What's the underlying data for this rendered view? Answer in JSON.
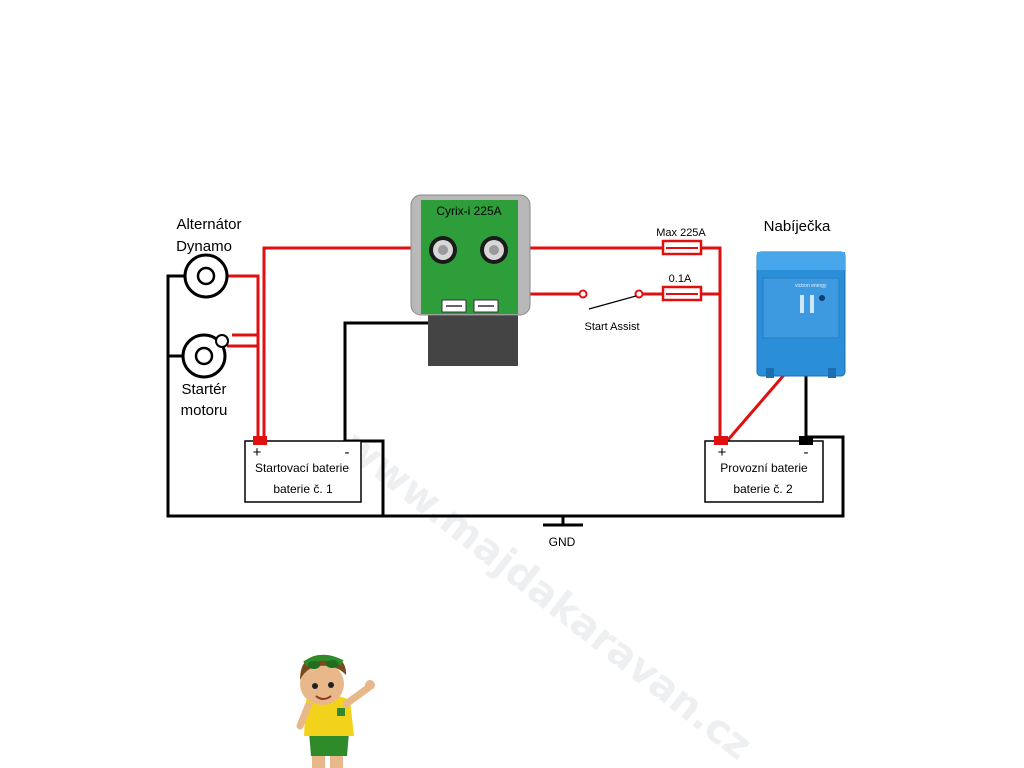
{
  "components": {
    "alternator_label_line1": "Alternátor",
    "alternator_label_line2": "Dynamo",
    "starter_label_line1": "Startér",
    "starter_label_line2": "motoru",
    "relay_title": "Cyrix-i 225A",
    "fuse_main_label": "Max 225A",
    "fuse_small_label": "0.1A",
    "switch_label": "Start Assist",
    "charger_label": "Nabíječka",
    "charger_brand": "victron energy",
    "gnd_label": "GND"
  },
  "batteries": {
    "start": {
      "plus": "+",
      "minus": "-",
      "line1": "Startovací baterie",
      "line2": "baterie č. 1"
    },
    "service": {
      "plus": "+",
      "minus": "-",
      "line1": "Provozní baterie",
      "line2": "baterie č. 2"
    }
  },
  "watermark": "www.majdakaravan.cz",
  "colors": {
    "positive_wire": "#e01010",
    "negative_wire": "#000000",
    "relay_board": "#2e9e3a",
    "charger": "#2a8fd8"
  }
}
